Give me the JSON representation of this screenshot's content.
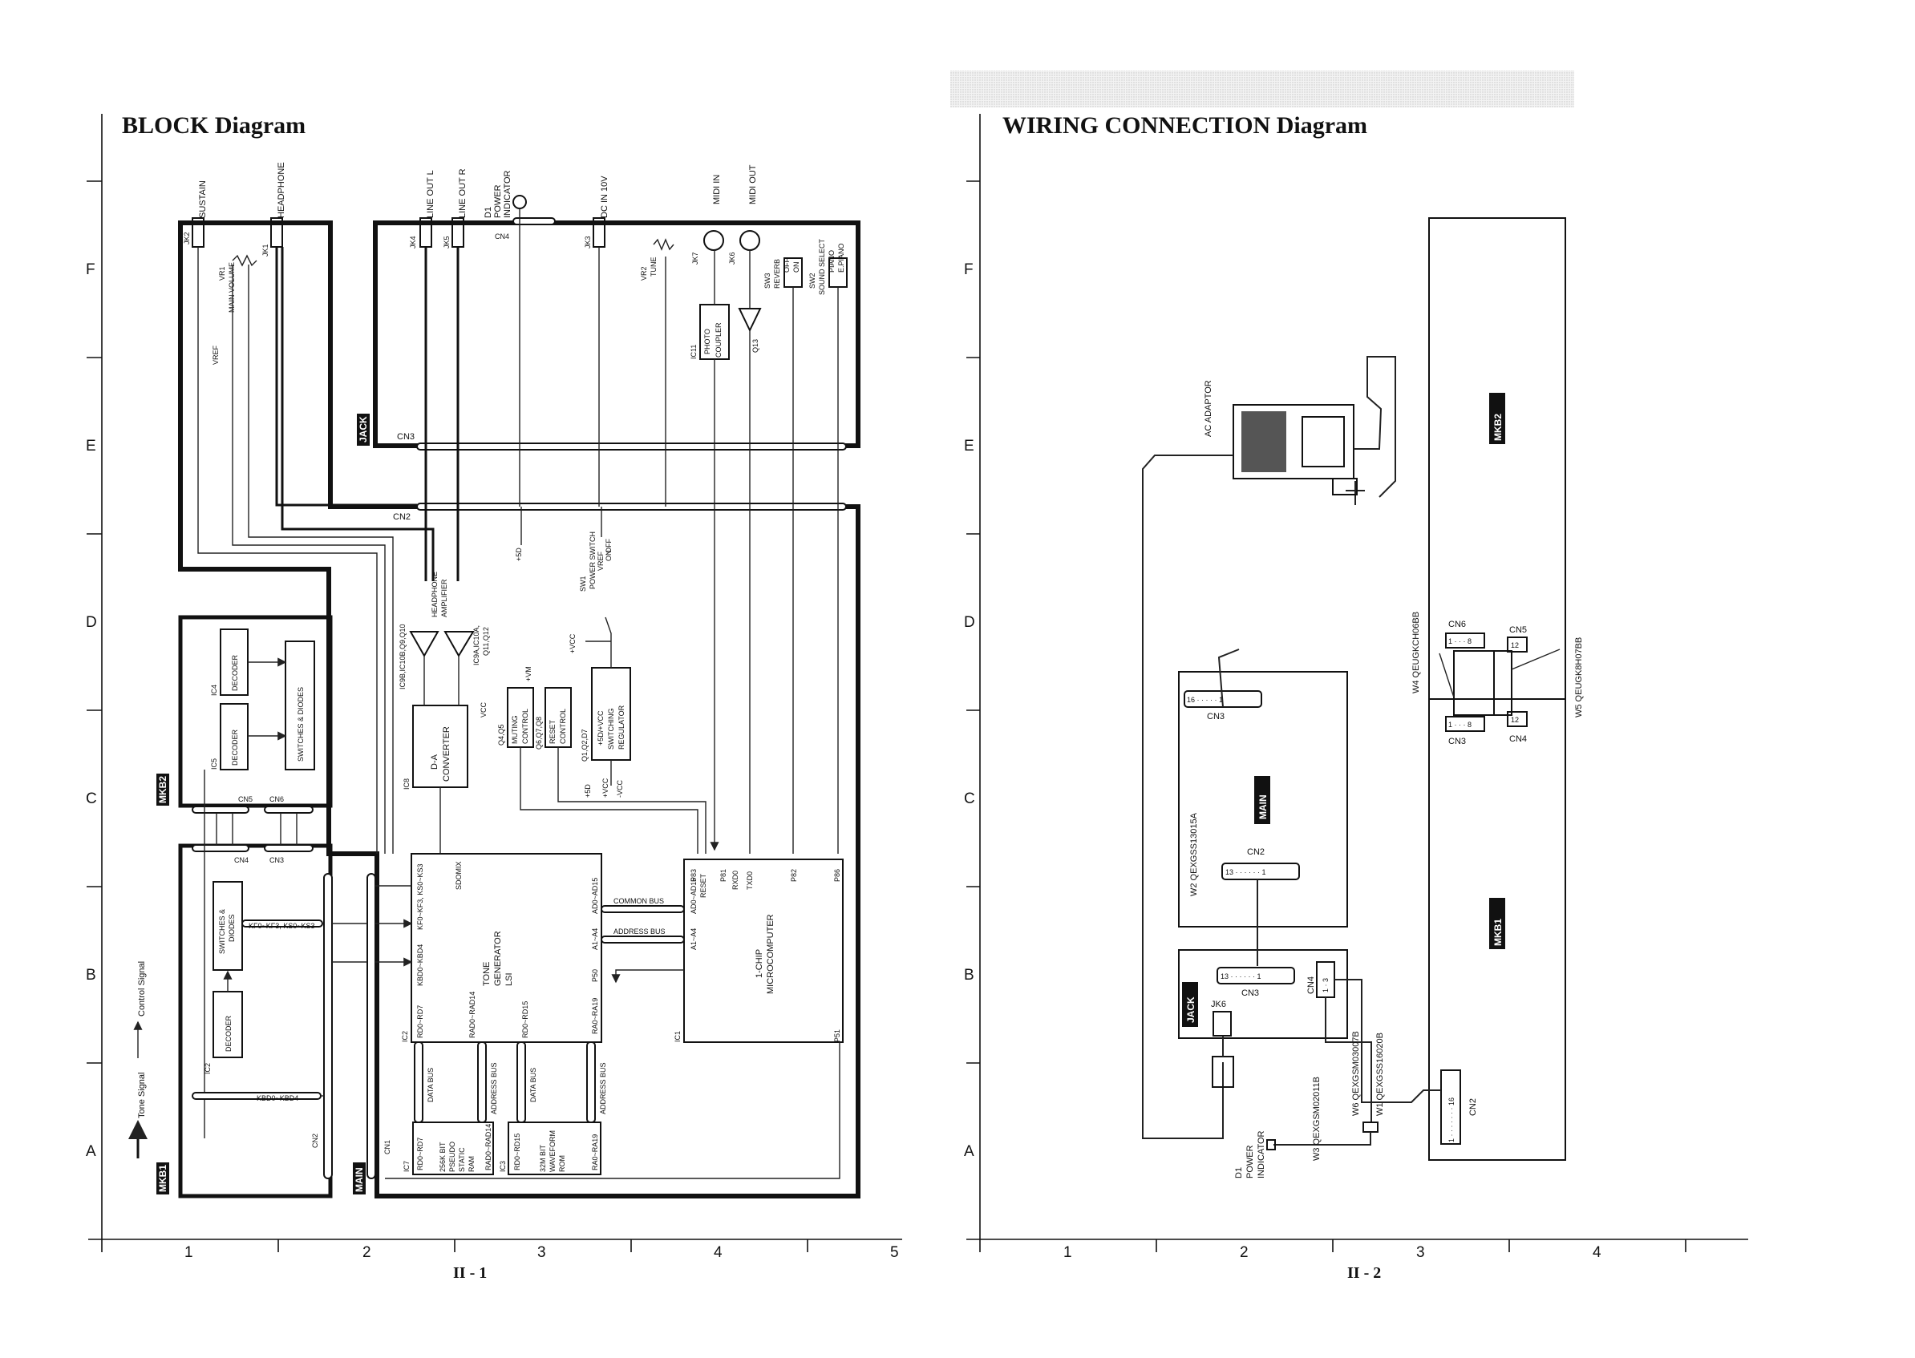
{
  "block": {
    "title": "BLOCK Diagram",
    "page": "II - 1",
    "row_labels": [
      "F",
      "E",
      "D",
      "C",
      "B",
      "A"
    ],
    "col_labels": [
      "1",
      "2",
      "3",
      "4",
      "5"
    ],
    "boards": {
      "jack": "JACK",
      "main": "MAIN",
      "mkb1": "MKB1",
      "mkb2": "MKB2"
    },
    "top_labels": {
      "sustain": "SUSTAIN",
      "headphone": "HEADPHONE",
      "line_out_l": "LINE OUT L",
      "line_out_r": "LINE OUT R",
      "d1": "D1",
      "power": "POWER",
      "indicator": "INDICATOR",
      "dc_in": "DC IN 10V",
      "midi_in": "MIDI IN",
      "midi_out": "MIDI OUT"
    },
    "jacks": {
      "jk1": "JK1",
      "jk2": "JK2",
      "jk3": "JK3",
      "jk4": "JK4",
      "jk5": "JK5",
      "jk6": "JK6",
      "jk7": "JK7"
    },
    "controls": {
      "vr1": "VR1",
      "main_volume": "MAIN VOLUME",
      "vref": "VREF",
      "vr2": "VR2",
      "tune": "TUNE",
      "sw3": "SW3",
      "reverb": "REVERB",
      "off": "OFF",
      "on": "ON",
      "sw2": "SW2",
      "sound_select": "SOUND SELECT",
      "piano": "PIANO",
      "epiano": "E.PIANO",
      "sw1": "SW1",
      "power_switch": "POWER SWITCH",
      "plus5d": "+5D",
      "vcc": "+VCC",
      "vm": "+VM",
      "vcc_plain": "VCC",
      "vcc_neg": "-VCC"
    },
    "connectors": {
      "cn1": "CN1",
      "cn2": "CN2",
      "cn3": "CN3",
      "cn4": "CN4",
      "cn5": "CN5",
      "cn6": "CN6"
    },
    "components": {
      "ic11": "IC11",
      "photo": "PHOTO",
      "coupler": "COUPLER",
      "q13": "Q13",
      "hp_amp_1": "HEADPHONE",
      "hp_amp_2": "AMPLIFIER",
      "ic9": "IC9B,IC10B,Q9,Q10",
      "ic9a": "IC9A,IC10A,",
      "ic9a2": "Q11,Q12",
      "ic8": "IC8",
      "da_1": "D-A",
      "da_2": "CONVERTER",
      "mute_q": "Q4,Q5",
      "mute_1": "MUTING",
      "mute_2": "CONTROL",
      "reset_q": "Q6,Q7,Q8",
      "reset_1": "RESET",
      "reset_2": "CONTROL",
      "reg_q": "Q1,Q2,D7",
      "reg_1": "+5D/+VCC",
      "reg_2": "SWITCHING",
      "reg_3": "REGULATOR",
      "ic2": "IC2",
      "tone_1": "TONE",
      "tone_2": "GENERATOR",
      "tone_3": "LSI",
      "ic1": "IC1",
      "cpu_1": "1-CHIP",
      "cpu_2": "MICROCOMPUTER",
      "ic7": "IC7",
      "ram_1": "256K BIT",
      "ram_2": "PSEUDO",
      "ram_3": "STATIC",
      "ram_4": "RAM",
      "ic3": "IC3",
      "rom_1": "32M BIT",
      "rom_2": "WAVEFORM",
      "rom_3": "ROM",
      "ic4": "IC4",
      "ic5": "IC5",
      "decoder": "DECODER",
      "switches": "SWITCHES & DIODES",
      "switches_1": "SWITCHES &",
      "switches_2": "DIODES"
    },
    "signals": {
      "common_bus": "COMMON BUS",
      "address_bus": "ADDRESS BUS",
      "data_bus": "DATA BUS",
      "kf": "KF0~KF3, KS0~KS3",
      "kbd": "KBD0~KBD4",
      "sdomix": "SDOMIX",
      "ad": "AD0~AD15",
      "a1": "A1~A4",
      "p83": "P83",
      "reset": "RESET",
      "p81": "P81",
      "rxd": "RXD0",
      "txd": "TXD0",
      "p82": "P82",
      "p86": "P86",
      "p50": "P50",
      "p51": "P51",
      "rd": "RD0~RD7",
      "rad": "RAD0~RAD14",
      "rdo": "RD0~RD15",
      "ra": "RA0~RA19"
    },
    "legend": {
      "control": "Control Signal",
      "tone": "Tone Signal"
    }
  },
  "wiring": {
    "title": "WIRING CONNECTION Diagram",
    "page": "II - 2",
    "row_labels": [
      "F",
      "E",
      "D",
      "C",
      "B",
      "A"
    ],
    "col_labels": [
      "1",
      "2",
      "3",
      "4"
    ],
    "boards": {
      "main": "MAIN",
      "jack": "JACK",
      "mkb1": "MKB1",
      "mkb2": "MKB2"
    },
    "ac_adaptor": "AC ADAPTOR",
    "connectors": {
      "cn3_main": "CN3",
      "cn3_main_pins": "16 · · · · · 1",
      "cn2_main": "CN2",
      "cn2_main_pins": "13 · · · · · · 1",
      "cn3_jack": "CN3",
      "cn3_jack_pins": "13 · · · · · · 1",
      "cn4_jack": "CN4",
      "cn4_jack_pins": "1 · 3",
      "jk6": "JK6",
      "cn6": "CN6",
      "cn6_pins": "1 · · · 8",
      "cn5": "CN5",
      "cn5_pins": "12",
      "cn3_mkb": "CN3",
      "cn3_mkb_pins": "1 · · · 8",
      "cn4_mkb": "CN4",
      "cn4_mkb_pins": "12",
      "cn2_mkb": "CN2",
      "cn2_mkb_pins": "1 · · · · · · · 16"
    },
    "wires": {
      "w1": "W1 QEXGSS16020B",
      "w2": "W2 QEXGSS13015A",
      "w3": "W3 QEXGSM02011B",
      "w4": "W4 QEUGKCH06BB",
      "w5": "W5 QEUGK8H07BB",
      "w6": "W6 QEXGSM03007B"
    },
    "d1": "D1",
    "power": "POWER",
    "indicator": "INDICATOR"
  }
}
